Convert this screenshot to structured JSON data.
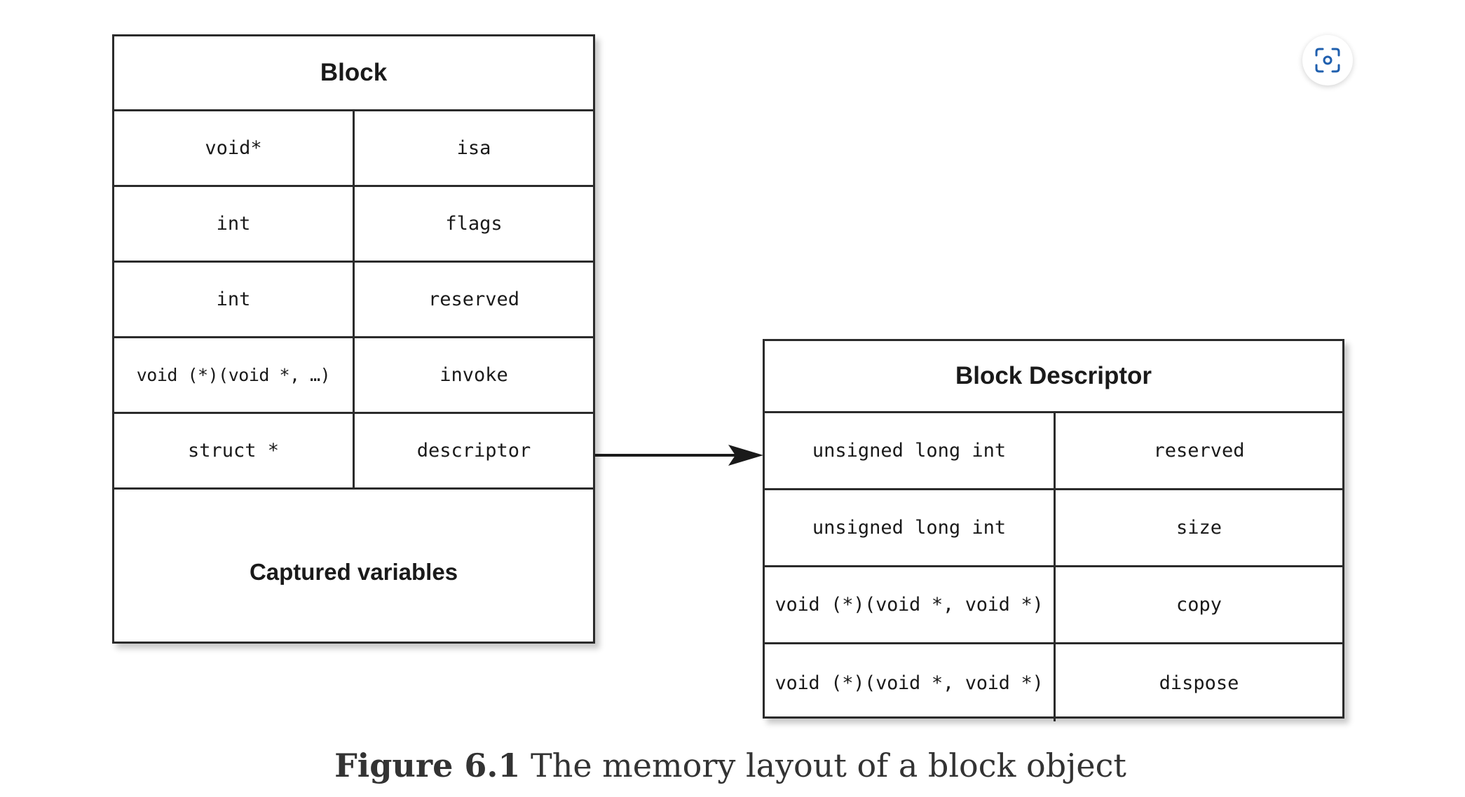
{
  "block": {
    "title": "Block",
    "rows": [
      {
        "type": "void*",
        "field": "isa"
      },
      {
        "type": "int",
        "field": "flags"
      },
      {
        "type": "int",
        "field": "reserved"
      },
      {
        "type": "void (*)(void *, …)",
        "field": "invoke"
      },
      {
        "type": "struct *",
        "field": "descriptor"
      }
    ],
    "captured_label": "Captured variables"
  },
  "descriptor": {
    "title": "Block Descriptor",
    "rows": [
      {
        "type": "unsigned long int",
        "field": "reserved"
      },
      {
        "type": "unsigned long int",
        "field": "size"
      },
      {
        "type": "void (*)(void *, void *)",
        "field": "copy"
      },
      {
        "type": "void (*)(void *, void *)",
        "field": "dispose"
      }
    ]
  },
  "caption": {
    "figure_number": "Figure 6.1",
    "text": "The memory layout of a block object"
  },
  "icons": {
    "scan": "visual-search-icon"
  },
  "colors": {
    "line": "#2b2b2b",
    "icon": "#1f5fae"
  }
}
